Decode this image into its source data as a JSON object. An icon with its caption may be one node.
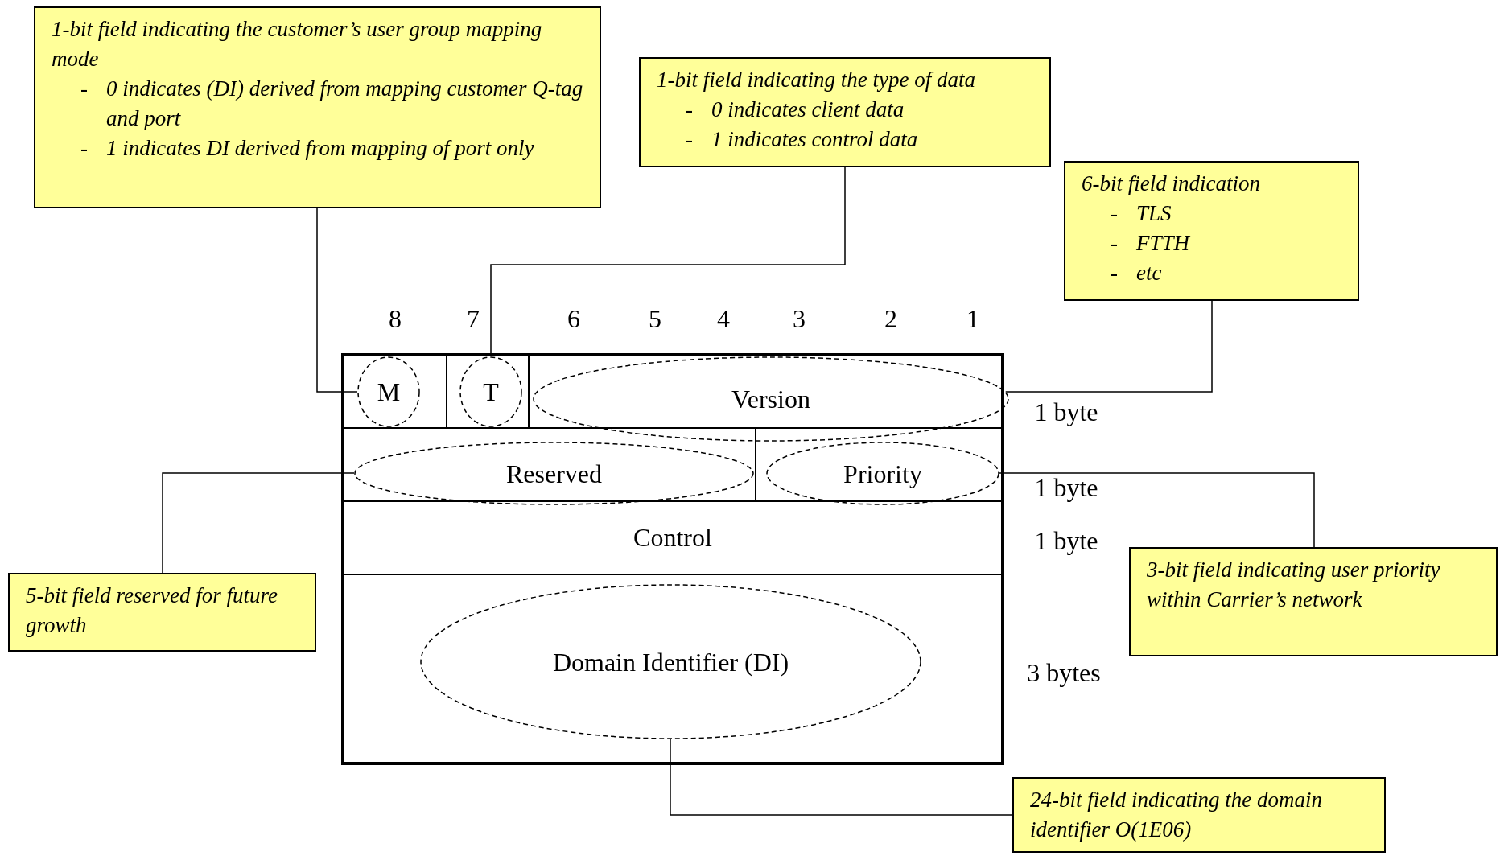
{
  "diagram": {
    "nodes": [
      {
        "text": [
          "1-bit field indicating the customer’s user group mapping mode",
          "- 0 indicates (DI) derived from mapping customer Q-tag and port",
          "- 1 indicates DI derived from mapping of port only"
        ]
      },
      {
        "text": [
          "1-bit field indicating the type of data",
          "- 0 indicates client data",
          "- 1 indicates control data"
        ]
      },
      {
        "text": [
          "6-bit field indication",
          "- TLS",
          "- FTTH",
          "- etc"
        ]
      },
      {
        "text": [
          "5-bit field reserved for future growth"
        ]
      },
      {
        "text": [
          "3-bit field indicating user priority within Carrier’s network"
        ]
      },
      {
        "text": [
          "24-bit field indicating the domain identifier O(1E06)"
        ]
      },
      {
        "text": [
          "M"
        ]
      },
      {
        "text": [
          "T"
        ]
      },
      {
        "text": [
          "Version"
        ]
      },
      {
        "text": [
          "Reserved"
        ]
      },
      {
        "text": [
          "Priority"
        ]
      },
      {
        "text": [
          "Control"
        ]
      },
      {
        "text": [
          "Domain Identifier (DI)"
        ]
      }
    ],
    "edges": [
      {
        "from": 0,
        "to": 6,
        "arrow": "none"
      },
      {
        "from": 1,
        "to": 7,
        "arrow": "none"
      },
      {
        "from": 2,
        "to": 8,
        "arrow": "none"
      },
      {
        "from": 3,
        "to": 9,
        "arrow": "none"
      },
      {
        "from": 4,
        "to": 10,
        "arrow": "none"
      },
      {
        "from": 5,
        "to": 12,
        "arrow": "none"
      }
    ],
    "labels": [
      "8",
      "7",
      "6",
      "5",
      "4",
      "3",
      "2",
      "1",
      "1 byte",
      "1 byte",
      "1 byte",
      "3 bytes"
    ]
  }
}
